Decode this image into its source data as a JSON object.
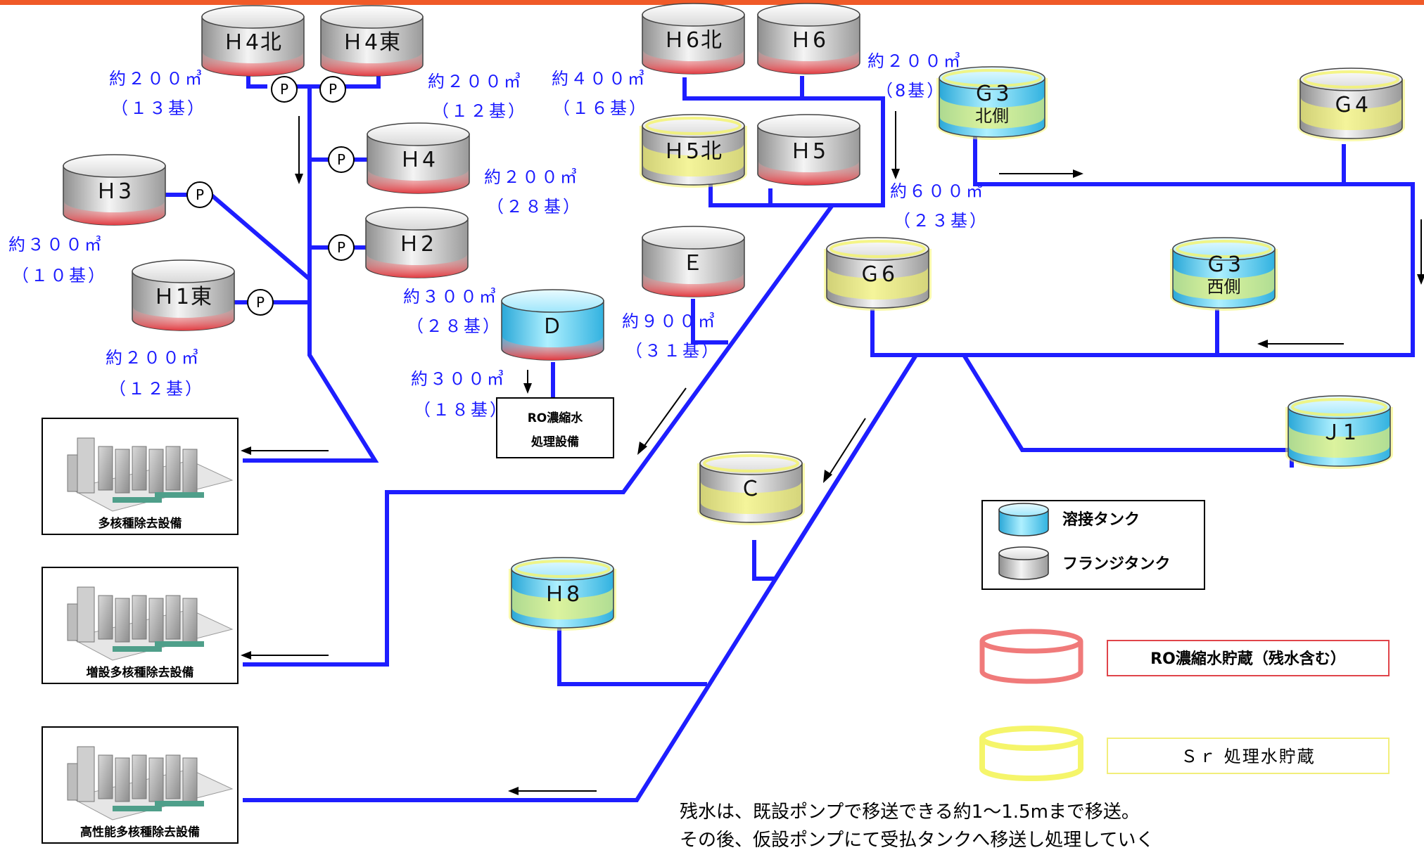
{
  "tanks": {
    "h4n": {
      "label": "Ｈ4北",
      "type": "flange",
      "ro": true,
      "sr": false
    },
    "h4e": {
      "label": "Ｈ4東",
      "type": "flange",
      "ro": true,
      "sr": false
    },
    "h4": {
      "label": "Ｈ4",
      "type": "flange",
      "ro": true,
      "sr": false
    },
    "h3": {
      "label": "Ｈ3",
      "type": "flange",
      "ro": true,
      "sr": false
    },
    "h2": {
      "label": "Ｈ2",
      "type": "flange",
      "ro": true,
      "sr": false
    },
    "h1e": {
      "label": "Ｈ1東",
      "type": "flange",
      "ro": true,
      "sr": false
    },
    "h6n": {
      "label": "Ｈ6北",
      "type": "flange",
      "ro": true,
      "sr": false
    },
    "h6": {
      "label": "Ｈ6",
      "type": "flange",
      "ro": true,
      "sr": false
    },
    "h5n": {
      "label": "Ｈ5北",
      "type": "flange",
      "ro": false,
      "sr": true
    },
    "h5": {
      "label": "Ｈ5",
      "type": "flange",
      "ro": true,
      "sr": false
    },
    "e": {
      "label": "Ｅ",
      "type": "flange",
      "ro": true,
      "sr": false
    },
    "d": {
      "label": "Ｄ",
      "type": "welded",
      "ro": true,
      "sr": false
    },
    "g3n": {
      "label": "Ｇ3",
      "sub": "北側",
      "type": "welded",
      "ro": false,
      "sr": true
    },
    "g4": {
      "label": "Ｇ4",
      "type": "flange",
      "ro": false,
      "sr": true
    },
    "g6": {
      "label": "Ｇ6",
      "type": "flange",
      "ro": false,
      "sr": true
    },
    "g3w": {
      "label": "Ｇ3",
      "sub": "西側",
      "type": "welded",
      "ro": false,
      "sr": true
    },
    "j1": {
      "label": "Ｊ1",
      "type": "welded",
      "ro": false,
      "sr": true
    },
    "c": {
      "label": "Ｃ",
      "type": "flange",
      "ro": false,
      "sr": true
    },
    "h8": {
      "label": "Ｈ8",
      "type": "welded",
      "ro": false,
      "sr": true
    }
  },
  "pumps": {
    "label": "P"
  },
  "capacities": {
    "h4n_vol": "約２００㎥",
    "h4n_cnt": "（１３基）",
    "h4e_vol": "約２００㎥",
    "h4e_cnt": "（１２基）",
    "h4_vol": "約２００㎥",
    "h4_cnt": "（２８基）",
    "h3_vol": "約３００㎥",
    "h3_cnt": "（１０基）",
    "h2_vol": "約３００㎥",
    "h2_cnt": "（２８基）",
    "h1e_vol": "約２００㎥",
    "h1e_cnt": "（１２基）",
    "h6n_vol": "約４００㎥",
    "h6n_cnt": "（１６基）",
    "h6_vol": "約２００㎥",
    "h6_cnt": "（8基）",
    "h5_vol": "約６００㎥",
    "h5_cnt": "（２３基）",
    "e_vol": "約９００㎥",
    "e_cnt": "（３１基）",
    "d_vol": "約３００㎥",
    "d_cnt": "（１８基）"
  },
  "facilities": {
    "ro_treatment": {
      "line1": "RO濃縮水",
      "line2": "処理設備"
    },
    "alps": "多核種除去設備",
    "alps_add": "増設多核種除去設備",
    "alps_hp": "高性能多核種除去設備"
  },
  "legend": {
    "welded": "溶接タンク",
    "flange": "フランジタンク",
    "ro": "RO濃縮水貯蔵（残水含む）",
    "sr": "Ｓｒ 処理水貯蔵"
  },
  "note": {
    "line1": "残水は、既設ポンプで移送できる約1～1.5mまで移送。",
    "line2": "その後、仮設ポンプにて受払タンクへ移送し処理していく"
  },
  "colors": {
    "pipe": "#1e1eff",
    "capacity_text": "#1a1aff",
    "ro_band": "#e8454a",
    "sr_band": "#f4f46a",
    "ro_outline": "#f07a7a",
    "sr_outline": "#f5f56a",
    "welded_fill": "#4fd0f0",
    "flange_fill": "#c6c6c6",
    "top_border": "#f05a28"
  }
}
